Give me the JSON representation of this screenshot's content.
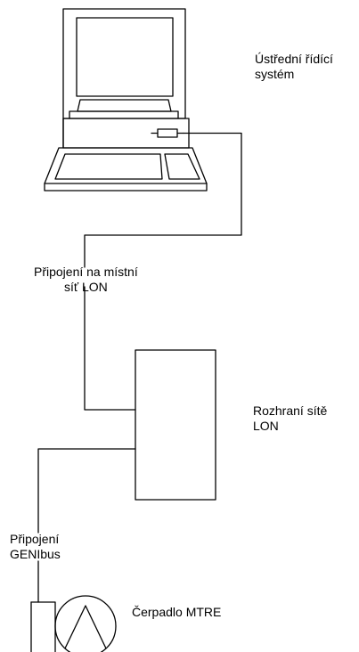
{
  "labels": {
    "central_system": [
      "Ústřední řídící",
      "systém"
    ],
    "lon_connection": [
      "Připojení na místní",
      "síť LON"
    ],
    "lon_interface": [
      "Rozhraní sítě",
      "LON"
    ],
    "genibus_connection": [
      "Připojení",
      "GENIbus"
    ],
    "pump": "Čerpadlo MTRE"
  },
  "colors": {
    "line": "#000000",
    "background": "#ffffff"
  }
}
